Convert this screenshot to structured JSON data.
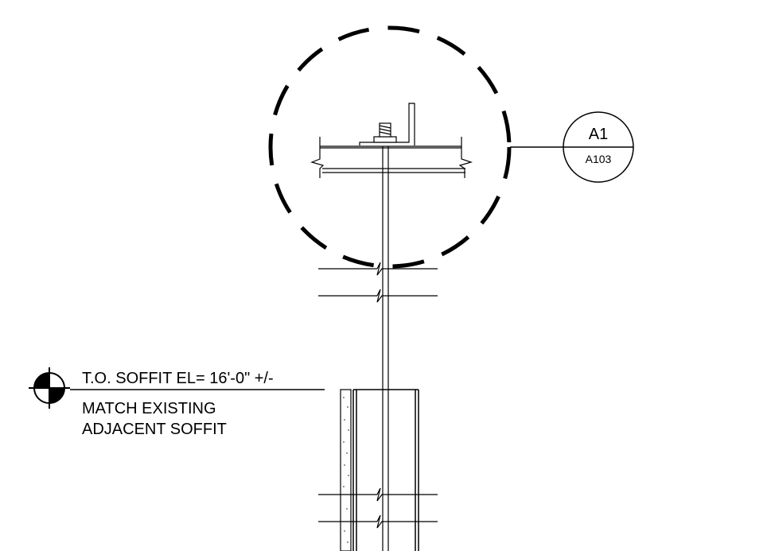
{
  "detail_callout": {
    "detail_id": "A1",
    "sheet_ref": "A103"
  },
  "elevation_marker": {
    "label": "T.O. SOFFIT EL= 16'-0\" +/-",
    "note_line_1": "MATCH EXISTING",
    "note_line_2": "ADJACENT SOFFIT"
  },
  "colors": {
    "line": "#000000",
    "background": "#ffffff"
  }
}
